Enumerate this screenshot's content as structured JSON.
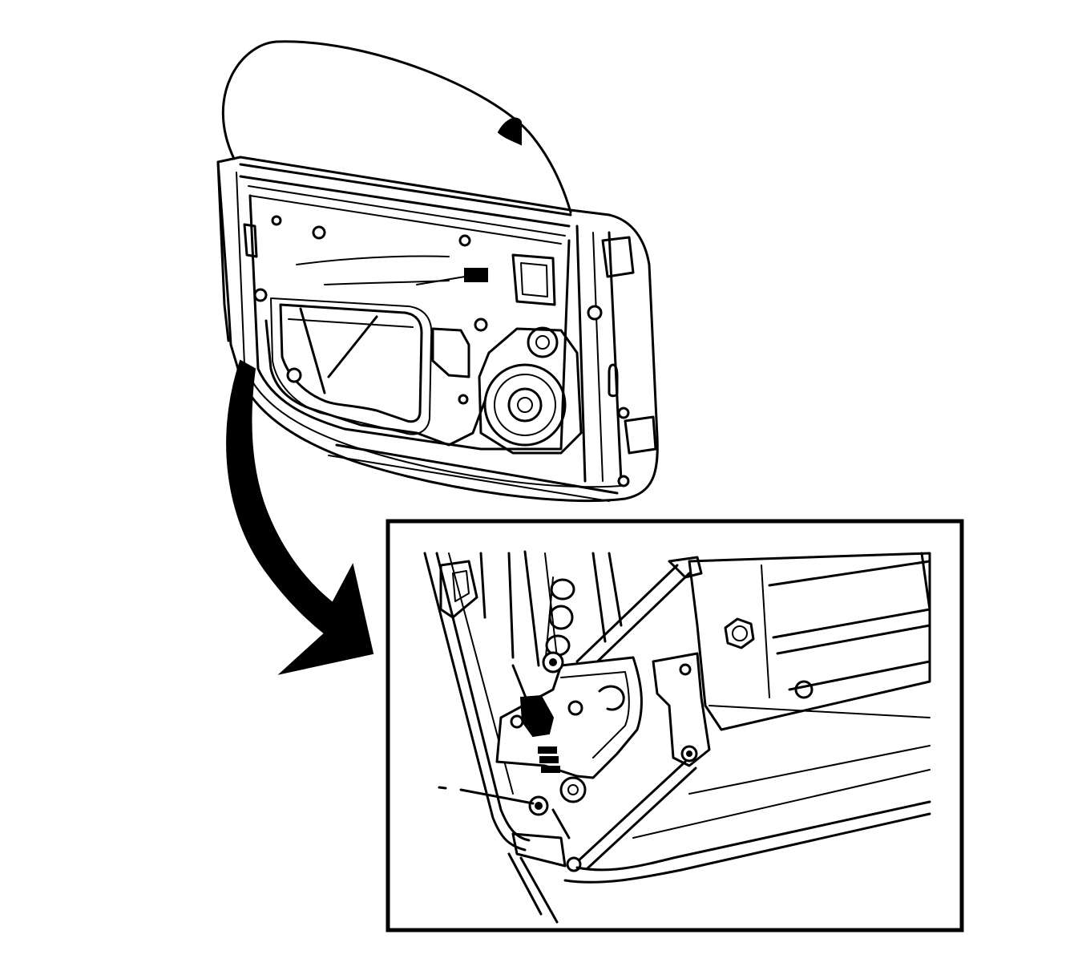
{
  "figure": {
    "panel": "door-inner-panel",
    "detail": "window-regulator-lower-mount-detail",
    "callout": "arrow-to-detail",
    "colors": {
      "line": "#000000",
      "background": "#ffffff"
    }
  }
}
